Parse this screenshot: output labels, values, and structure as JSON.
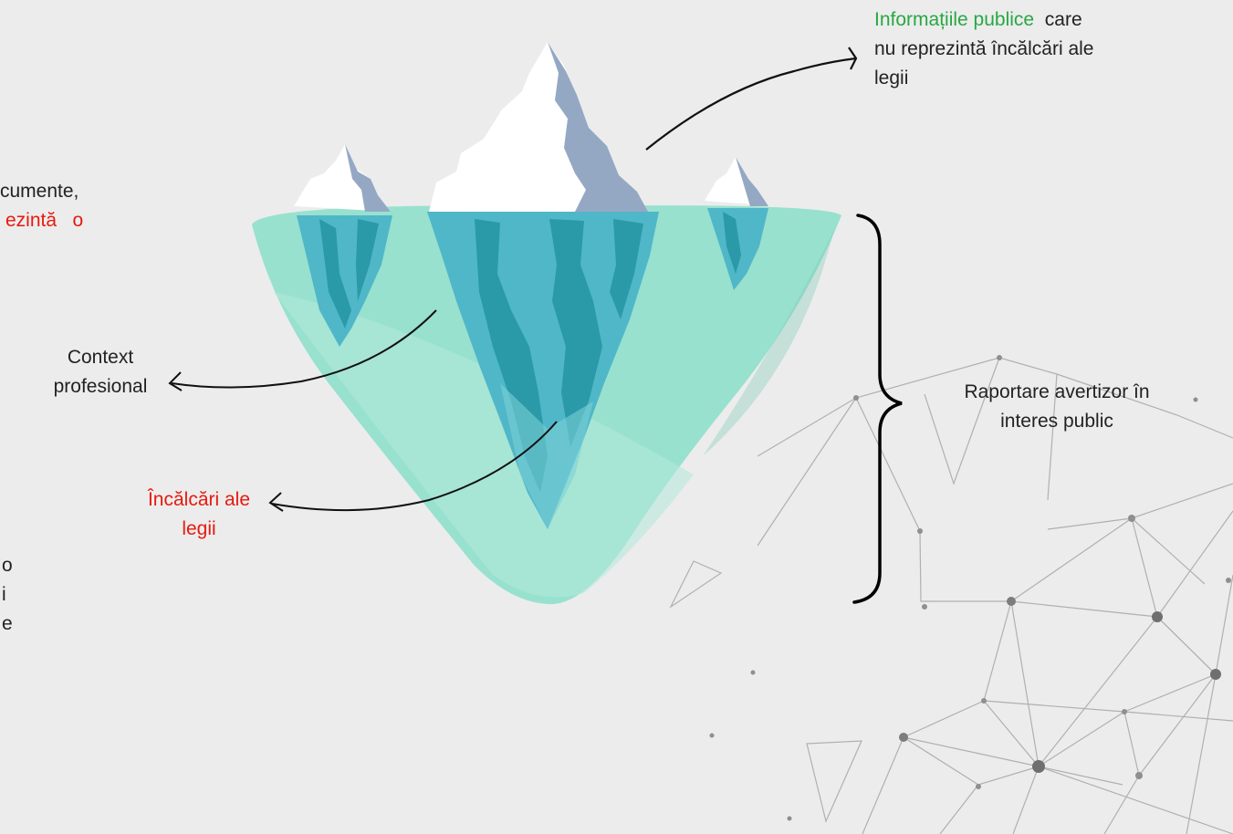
{
  "labels": {
    "top_right": {
      "highlight": "Informațiile publice",
      "line1_rest": "care",
      "line2": "nu reprezintă încălcări ale",
      "line3": "legii"
    },
    "left_cut": {
      "line1": "cumente,",
      "line2": "ezintă   o"
    },
    "context": {
      "line1": "Context",
      "line2": "profesional"
    },
    "violations": {
      "line1": "Încălcări ale",
      "line2": "legii"
    },
    "reporting": {
      "line1": "Raportare avertizor în",
      "line2": "interes public"
    },
    "left_bottom_cut": [
      "o",
      "i",
      "e"
    ]
  },
  "colors": {
    "highlight_green": "#27a844",
    "highlight_red": "#e8190f",
    "water": "#8fe0cc",
    "ice_top": "#ffffff",
    "ice_shadow": "#94a8c4",
    "ice_under": "#4fb7c8",
    "ice_under_dark": "#2a9aa8",
    "network_line": "#9a9a9a"
  }
}
